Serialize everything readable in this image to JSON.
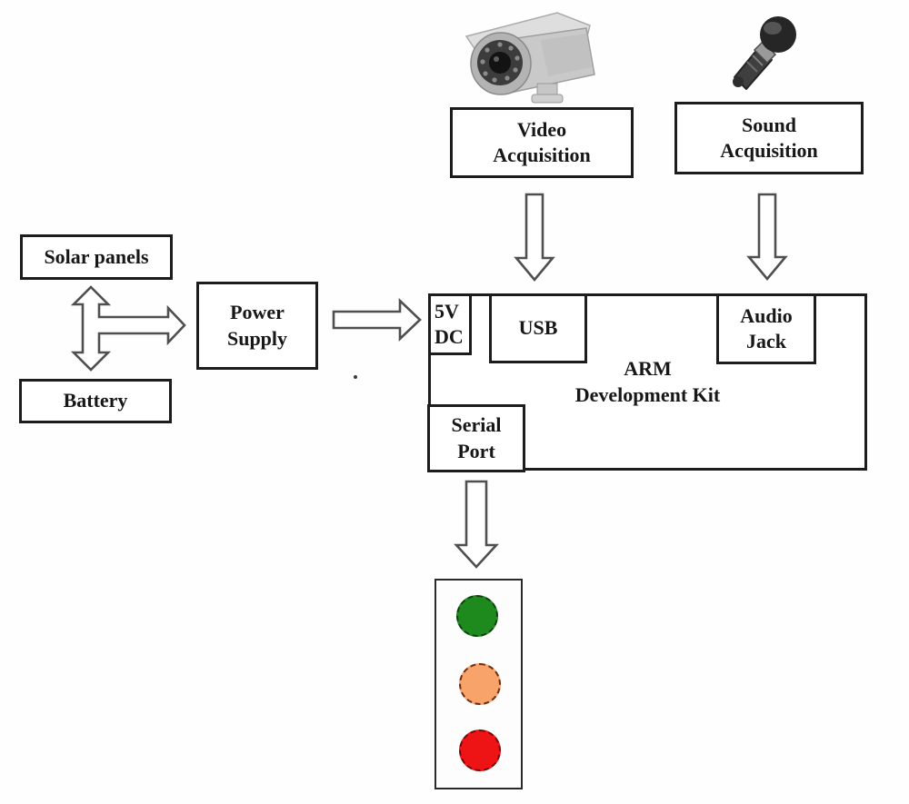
{
  "diagram": {
    "solar_panels": {
      "label": "Solar panels"
    },
    "battery": {
      "label": "Battery"
    },
    "power_supply": {
      "line1": "Power",
      "line2": "Supply"
    },
    "video_acquisition": {
      "line1": "Video",
      "line2": "Acquisition"
    },
    "sound_acquisition": {
      "line1": "Sound",
      "line2": "Acquisition"
    },
    "dc_5v": {
      "line1": "5V",
      "line2": "DC"
    },
    "usb": {
      "label": "USB"
    },
    "audio_jack": {
      "line1": "Audio",
      "line2": "Jack"
    },
    "arm_kit": {
      "line1": "ARM",
      "line2": "Development Kit"
    },
    "serial_port": {
      "line1": "Serial",
      "line2": "Port"
    },
    "traffic_light": {
      "lights": [
        {
          "name": "green",
          "color": "#1e8a1e",
          "border": "#123f12"
        },
        {
          "name": "amber",
          "color": "#f8a369",
          "border": "#6e2e14"
        },
        {
          "name": "red",
          "color": "#ee1416",
          "border": "#6e0c0c"
        }
      ]
    },
    "icons": {
      "camera": "cctv-camera-icon",
      "microphone": "microphone-icon"
    }
  }
}
